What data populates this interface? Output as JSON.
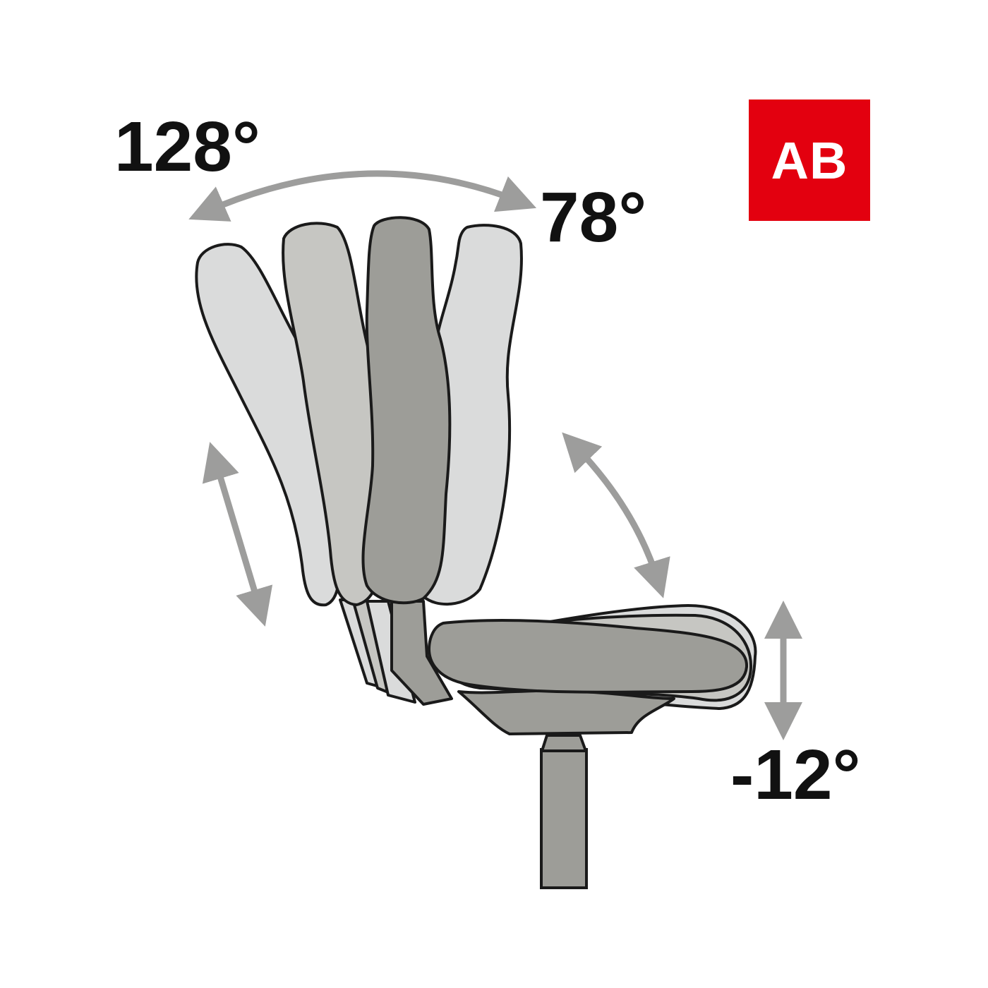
{
  "labels": {
    "backrest_max_angle": "128°",
    "backrest_min_angle": "78°",
    "seat_tilt_angle": "-12°"
  },
  "badge": {
    "text": "AB"
  },
  "colors": {
    "badge_red": "#e3000f",
    "arrow_gray": "#9d9d9c",
    "outline": "#1a1a1a",
    "backrest_lightest": "#dadbdb",
    "backrest_light": "#c6c6c2",
    "backrest_dark": "#9d9d98",
    "seat_dark": "#9d9d98",
    "seat_light": "#c6c6c2",
    "column": "#9d9d98"
  }
}
